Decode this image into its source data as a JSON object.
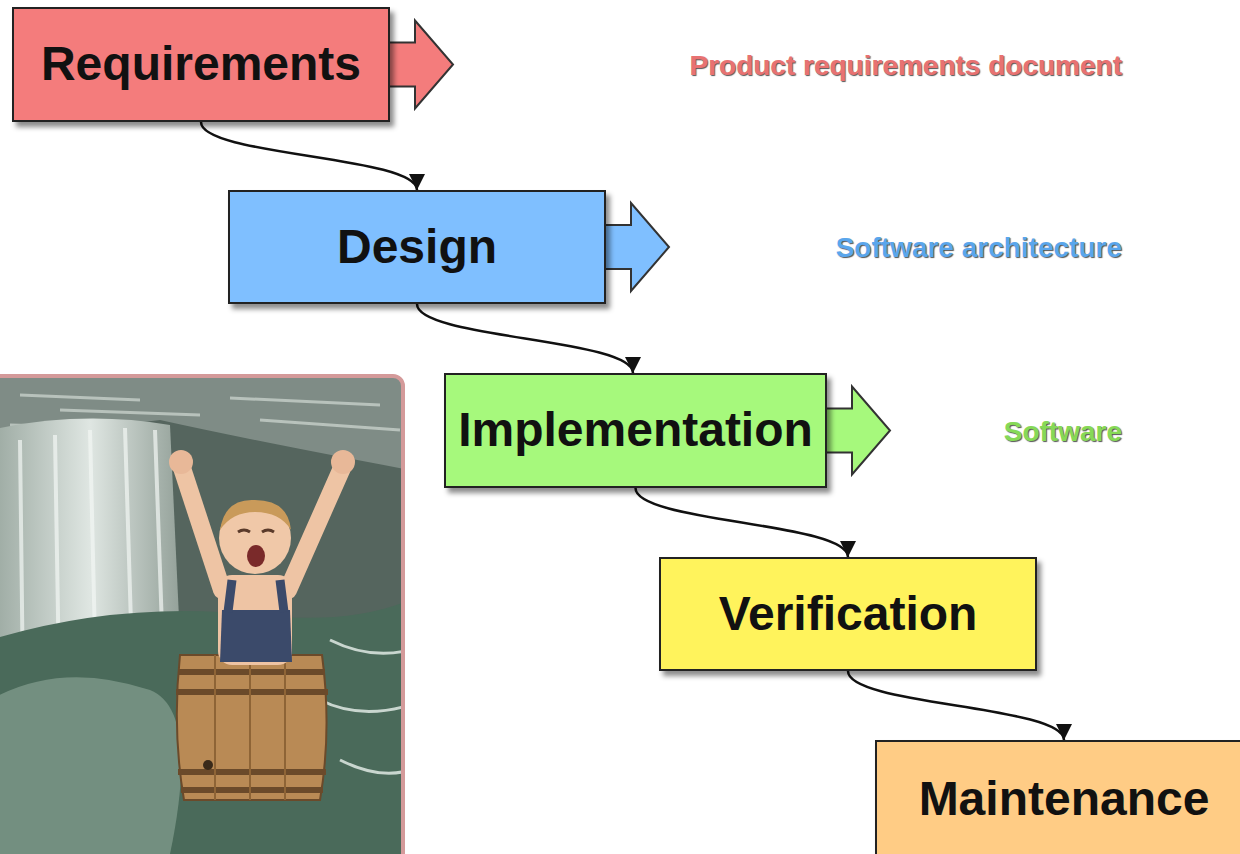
{
  "diagram": {
    "nodes": [
      {
        "text": [
          "Requirements"
        ]
      },
      {
        "text": [
          "Design"
        ]
      },
      {
        "text": [
          "Implementation"
        ]
      },
      {
        "text": [
          "Verification"
        ]
      },
      {
        "text": [
          "Maintenance"
        ]
      }
    ],
    "edges": [
      {
        "from": 0,
        "to": 1,
        "arrow": "to"
      },
      {
        "from": 1,
        "to": 2,
        "arrow": "to"
      },
      {
        "from": 2,
        "to": 3,
        "arrow": "to"
      },
      {
        "from": 3,
        "to": 4,
        "arrow": "to"
      }
    ],
    "labels": [
      "Product requirements document",
      "Software architecture",
      "Software"
    ]
  }
}
